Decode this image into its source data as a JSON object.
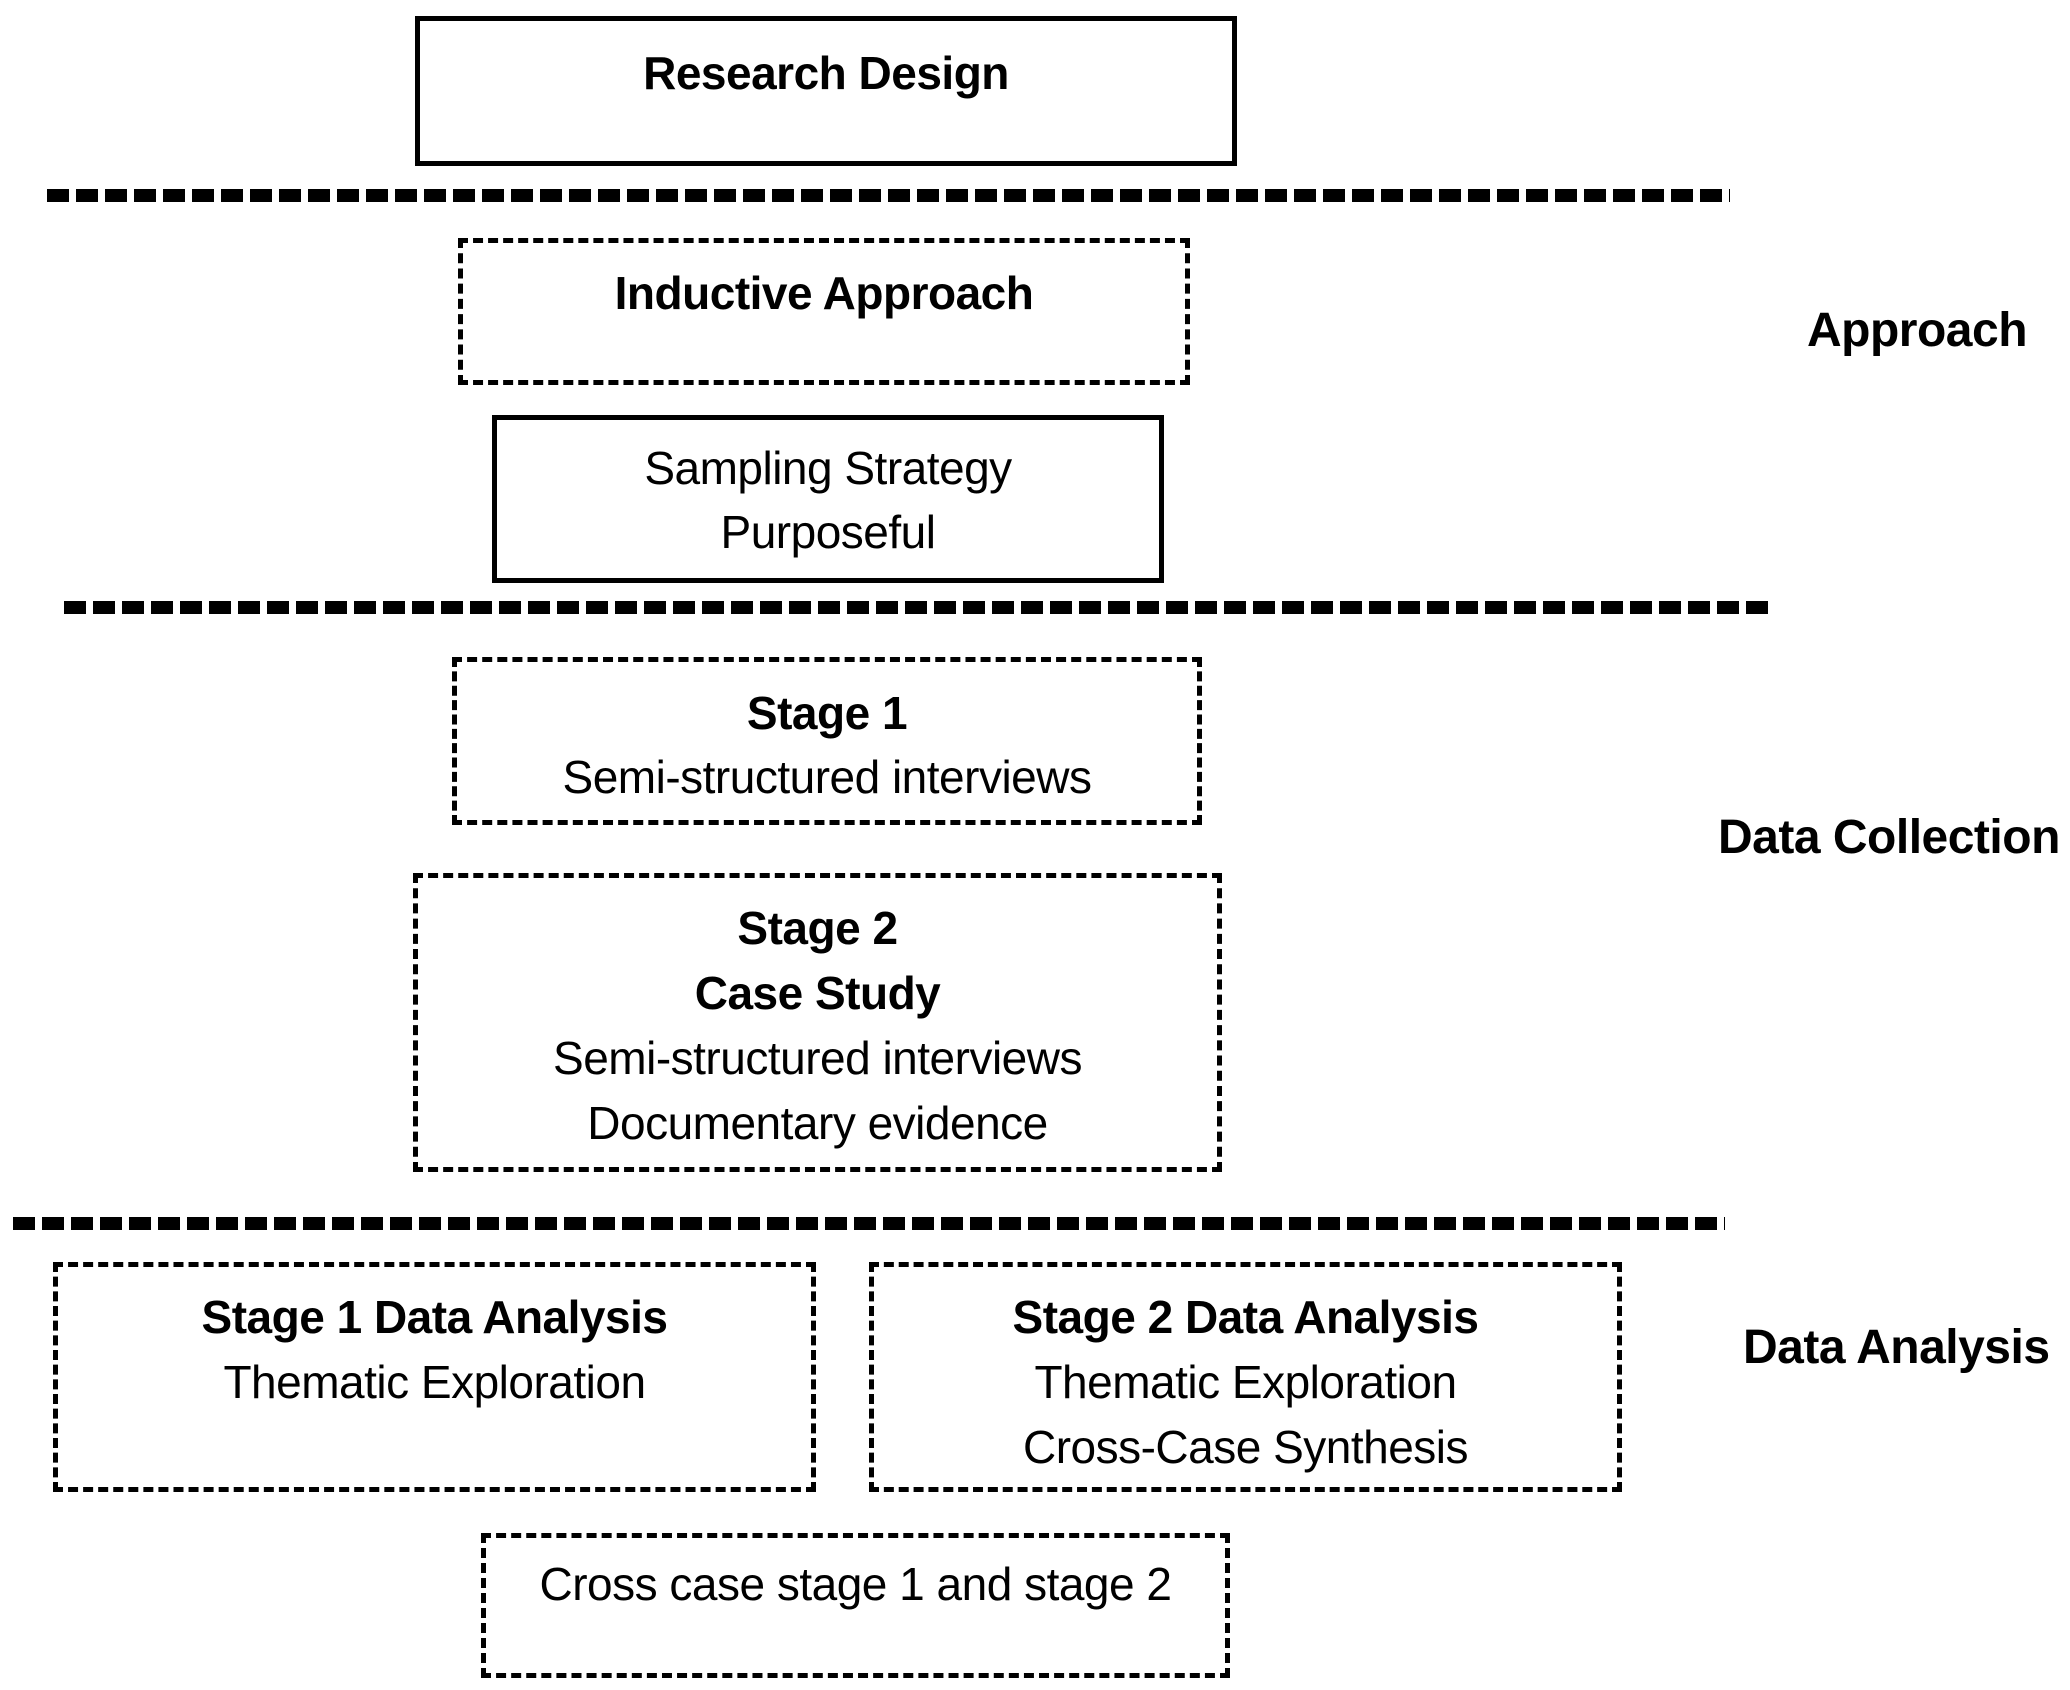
{
  "diagram": {
    "research_design": {
      "title": "Research Design"
    },
    "approach_section": {
      "label": "Approach",
      "inductive_box": {
        "title": "Inductive Approach"
      },
      "sampling_box": {
        "line1": "Sampling Strategy",
        "line2": "Purposeful"
      }
    },
    "data_collection_section": {
      "label": "Data Collection",
      "stage1_box": {
        "title": "Stage 1",
        "line1": "Semi-structured interviews"
      },
      "stage2_box": {
        "title": "Stage 2",
        "subtitle": "Case Study",
        "line1": "Semi-structured interviews",
        "line2": "Documentary evidence"
      }
    },
    "data_analysis_section": {
      "label": "Data Analysis",
      "stage1_analysis_box": {
        "title": "Stage 1 Data Analysis",
        "line1": "Thematic Exploration"
      },
      "stage2_analysis_box": {
        "title": "Stage 2 Data Analysis",
        "line1": "Thematic Exploration",
        "line2": "Cross-Case Synthesis"
      },
      "cross_case_box": {
        "title": "Cross case stage 1 and stage 2"
      }
    },
    "colors": {
      "border": "#000000",
      "text": "#000000",
      "background": "#ffffff"
    }
  }
}
